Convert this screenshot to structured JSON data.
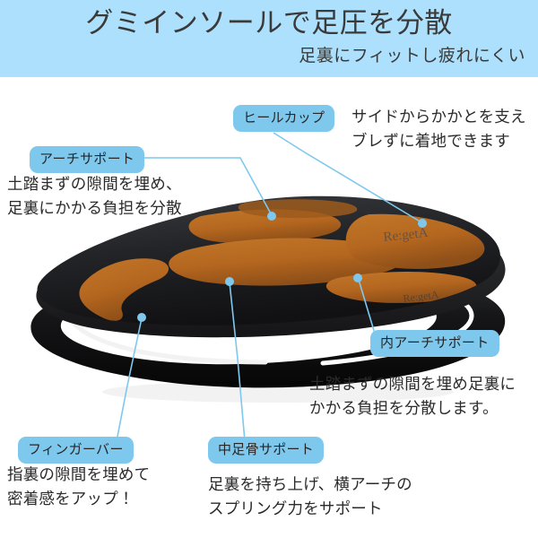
{
  "header": {
    "title": "グミインソールで足圧を分散",
    "subtitle": "足裏にフィットし疲れにくい",
    "bg_color": "#ace0fc",
    "text_color": "#3a3a3a"
  },
  "theme": {
    "badge_bg": "#7ec8ee",
    "badge_text": "#262626",
    "leader_color": "#7ec8ee",
    "body_text": "#2b2b2b",
    "page_bg": "#ffffff"
  },
  "product": {
    "name": "Re:getA",
    "brand_emboss_1": "Re:getA",
    "brand_emboss_2": "Re:getA",
    "insole_color": "#1c1c1e",
    "pattern_color": "#b5671f",
    "sole_color": "#101012",
    "stripe_color": "#ffffff"
  },
  "callouts": [
    {
      "id": "arch-support",
      "label": "アーチサポート",
      "description": "土踏まずの隙間を埋め、\n足裏にかかる負担を分散"
    },
    {
      "id": "heel-cup",
      "label": "ヒールカップ",
      "description": "サイドからかかとを支え\nブレずに着地できます"
    },
    {
      "id": "inner-arch-support",
      "label": "内アーチサポート",
      "description": "土踏まずの隙間を埋め足裏に\nかかる負担を分散します。"
    },
    {
      "id": "finger-bar",
      "label": "フィンガーバー",
      "description": "指裏の隙間を埋めて\n密着感をアップ！"
    },
    {
      "id": "metatarsal-support",
      "label": "中足骨サポート",
      "description": "足裏を持ち上げ、横アーチの\nスプリング力をサポート"
    }
  ]
}
